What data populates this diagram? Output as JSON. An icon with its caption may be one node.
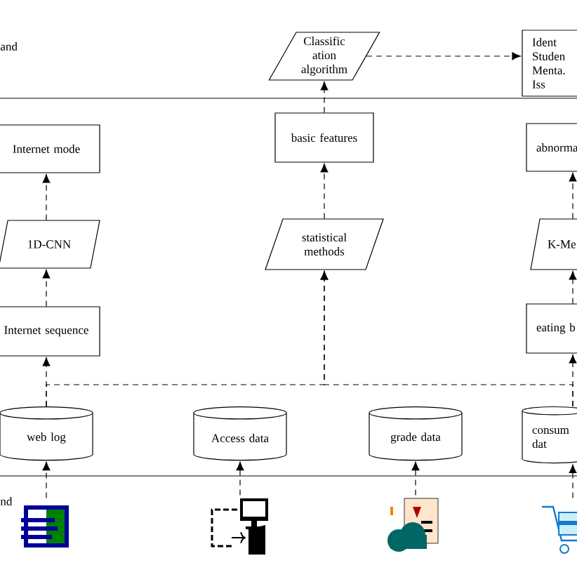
{
  "diagram": {
    "nodes": [
      {
        "text": [
          "Classific ation algorithm"
        ]
      },
      {
        "text": [
          "Ident Studen Menta. Iss"
        ]
      },
      {
        "text": [
          "Internet mode"
        ]
      },
      {
        "text": [
          "basic features"
        ]
      },
      {
        "text": [
          "abnorma"
        ]
      },
      {
        "text": [
          "1D-CNN"
        ]
      },
      {
        "text": [
          "statistical methods"
        ]
      },
      {
        "text": [
          "K-Me"
        ]
      },
      {
        "text": [
          "Internet sequence"
        ]
      },
      {
        "text": [
          "eating b"
        ]
      },
      {
        "text": [
          "web log"
        ]
      },
      {
        "text": [
          "Access data"
        ]
      },
      {
        "text": [
          "grade data"
        ]
      },
      {
        "text": [
          "consum dat"
        ]
      },
      {
        "text": [],
        "shape": "picture"
      },
      {
        "text": [],
        "shape": "picture"
      },
      {
        "text": [],
        "shape": "picture"
      },
      {
        "text": [],
        "shape": "picture"
      }
    ],
    "edges": [
      {
        "from": 14,
        "to": 10,
        "arrow": "to",
        "style": "dashed"
      },
      {
        "from": 15,
        "to": 11,
        "arrow": "to",
        "style": "dashed"
      },
      {
        "from": 16,
        "to": 12,
        "arrow": "to",
        "style": "dashed"
      },
      {
        "from": 17,
        "to": 13,
        "arrow": "to",
        "style": "dashed"
      },
      {
        "from": 10,
        "to": 8,
        "arrow": "to",
        "style": "dashed"
      },
      {
        "from": 10,
        "to": 6,
        "arrow": "to",
        "style": "dashed"
      },
      {
        "from": 13,
        "to": 6,
        "arrow": "to",
        "style": "dashed"
      },
      {
        "from": 13,
        "to": 9,
        "arrow": "to",
        "style": "dashed"
      },
      {
        "from": 8,
        "to": 5,
        "arrow": "to",
        "style": "dashed"
      },
      {
        "from": 5,
        "to": 2,
        "arrow": "to",
        "style": "dashed"
      },
      {
        "from": 6,
        "to": 3,
        "arrow": "to",
        "style": "dashed"
      },
      {
        "from": 3,
        "to": 0,
        "arrow": "to",
        "style": "dashed"
      },
      {
        "from": 9,
        "to": 7,
        "arrow": "to",
        "style": "dashed"
      },
      {
        "from": 7,
        "to": 4,
        "arrow": "to",
        "style": "dashed"
      },
      {
        "from": 0,
        "to": 1,
        "arrow": "to",
        "style": "dashed"
      }
    ],
    "labels": [
      "and",
      "nd"
    ]
  }
}
